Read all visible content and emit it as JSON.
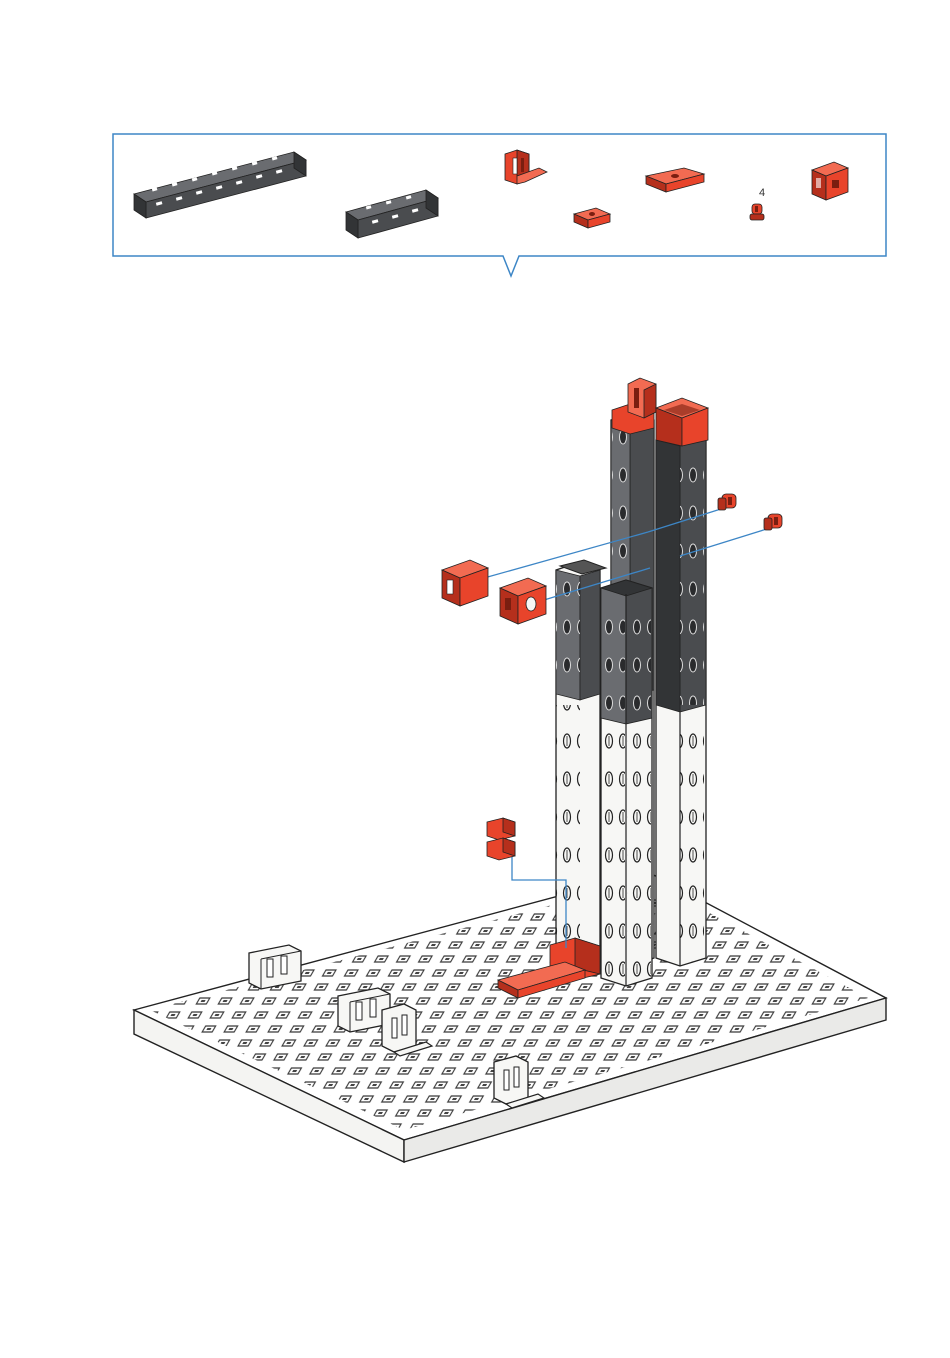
{
  "colors": {
    "frame": "#3d86c6",
    "red": "#e8442b",
    "red_dark": "#b52f1c",
    "red_light": "#f26b52",
    "gray": "#4a4c4f",
    "gray_dark": "#323436",
    "gray_light": "#6a6c70",
    "white_part": "#f7f7f5",
    "outline": "#222222",
    "hole": "#3a3a3a",
    "guide_line": "#3d86c6"
  },
  "parts_list": {
    "items": [
      {
        "name": "long-gray-beam",
        "icon": "beam-icon",
        "color": "gray"
      },
      {
        "name": "short-gray-beam",
        "icon": "beam-icon",
        "color": "gray"
      },
      {
        "name": "red-angle-bracket",
        "icon": "bracket-icon",
        "color": "red"
      },
      {
        "name": "red-flat-plate",
        "icon": "plate-icon",
        "color": "red"
      },
      {
        "name": "red-small-plate",
        "icon": "plate-icon",
        "color": "red"
      },
      {
        "name": "red-connector-peg",
        "icon": "peg-icon",
        "color": "red",
        "quantity": "4"
      },
      {
        "name": "red-cube-block",
        "icon": "cube-icon",
        "color": "red"
      }
    ]
  },
  "assembly": {
    "base": "white-baseplate",
    "towers": [
      "left-tower",
      "middle-tower",
      "right-tower"
    ],
    "loose_parts": [
      "red-cube-left",
      "red-cube-right",
      "red-peg-upper",
      "red-peg-lower",
      "red-clip",
      "red-base-bracket"
    ]
  }
}
